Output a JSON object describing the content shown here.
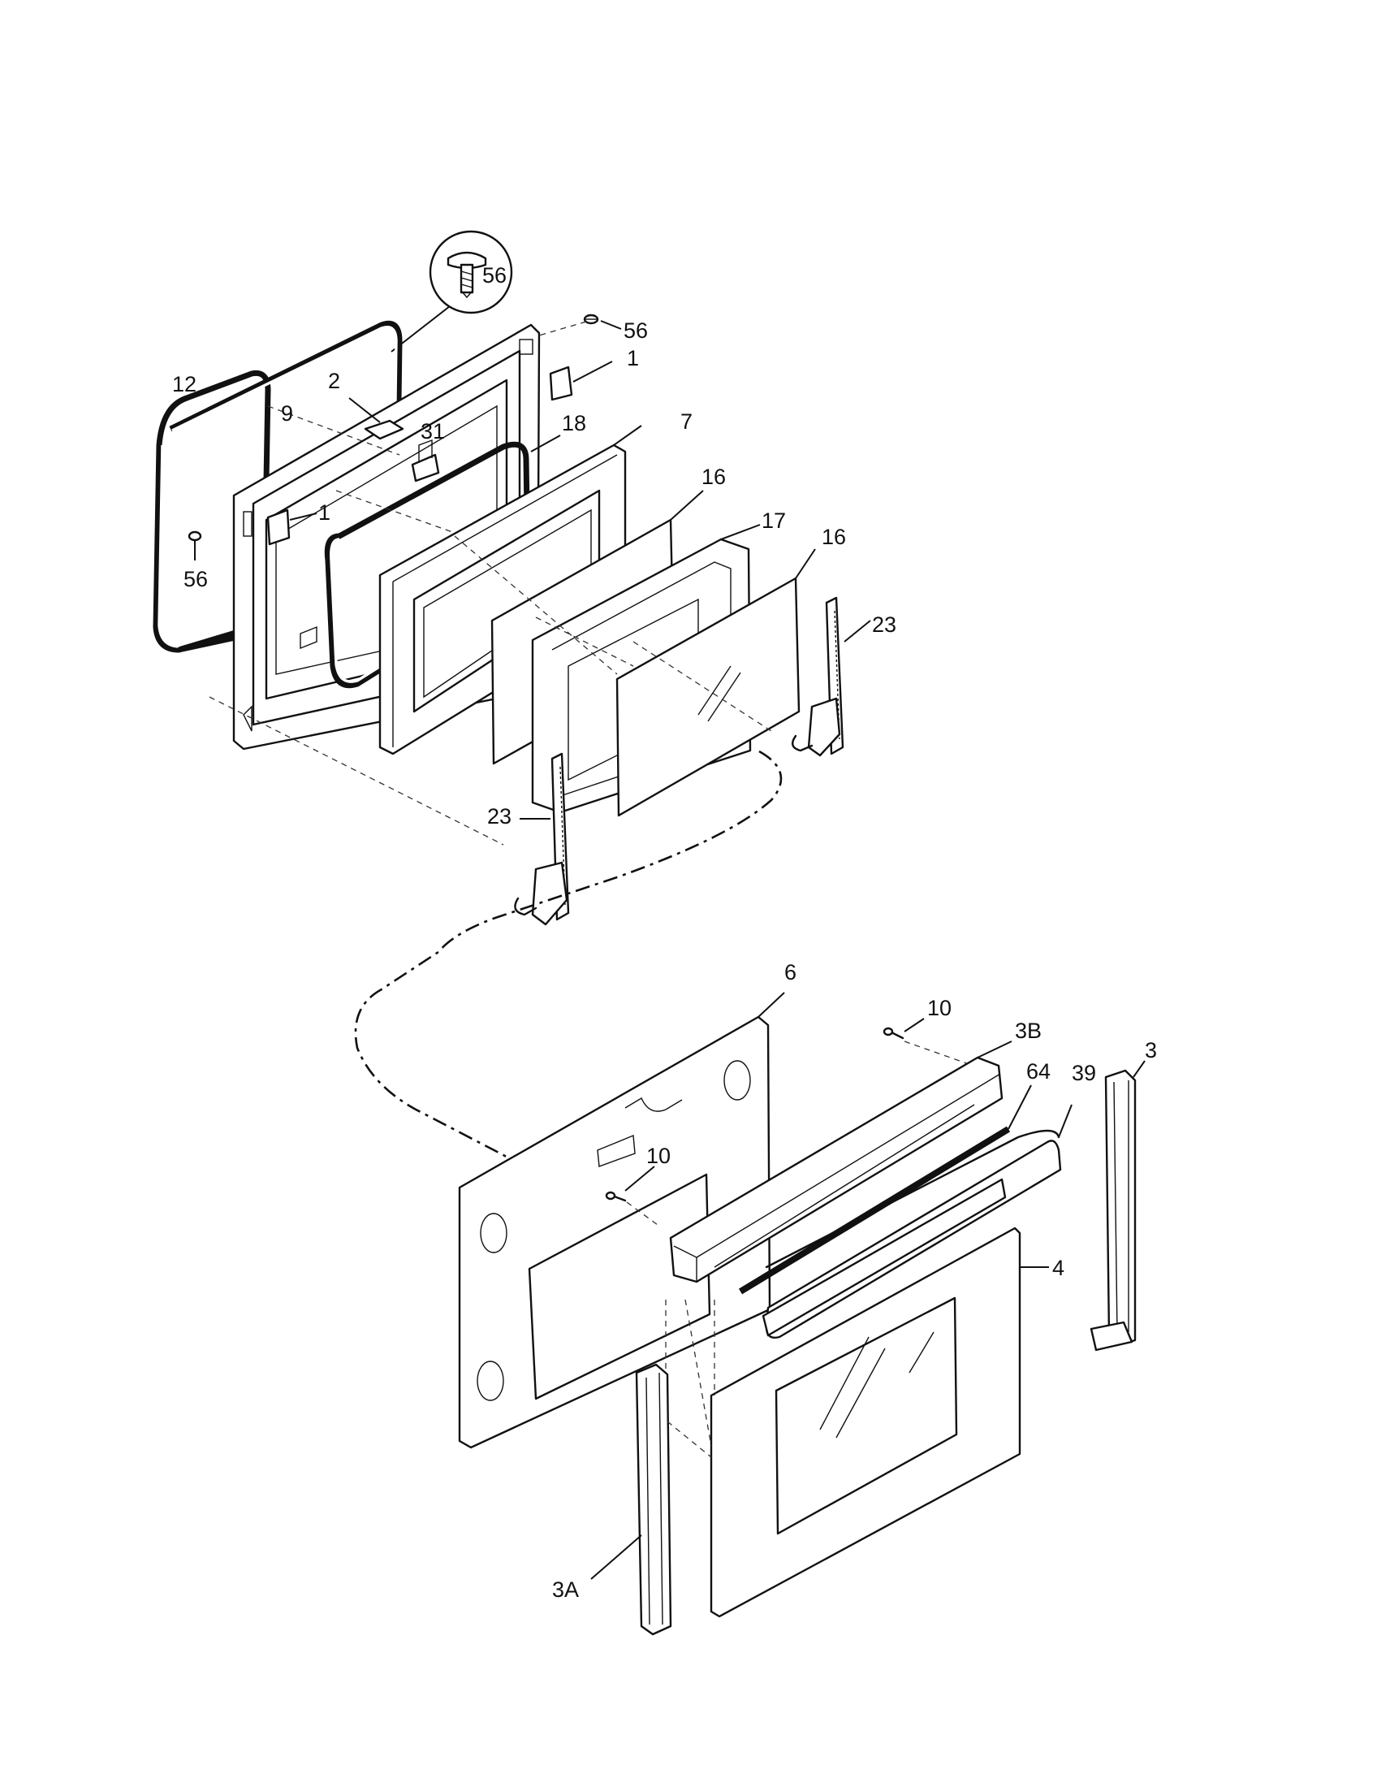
{
  "diagram": {
    "callouts": {
      "c56_detail": "56",
      "c56_top": "56",
      "c1_top": "1",
      "c12": "12",
      "c2": "2",
      "c9": "9",
      "c31": "31",
      "c18": "18",
      "c7": "7",
      "c1_left": "1",
      "c16_a": "16",
      "c17": "17",
      "c16_b": "16",
      "c56_left": "56",
      "c23_right": "23",
      "c23_left": "23",
      "c6": "6",
      "c10_top": "10",
      "c3B": "3B",
      "c64": "64",
      "c39": "39",
      "c3": "3",
      "c10_mid": "10",
      "c4": "4",
      "c3A": "3A"
    }
  }
}
